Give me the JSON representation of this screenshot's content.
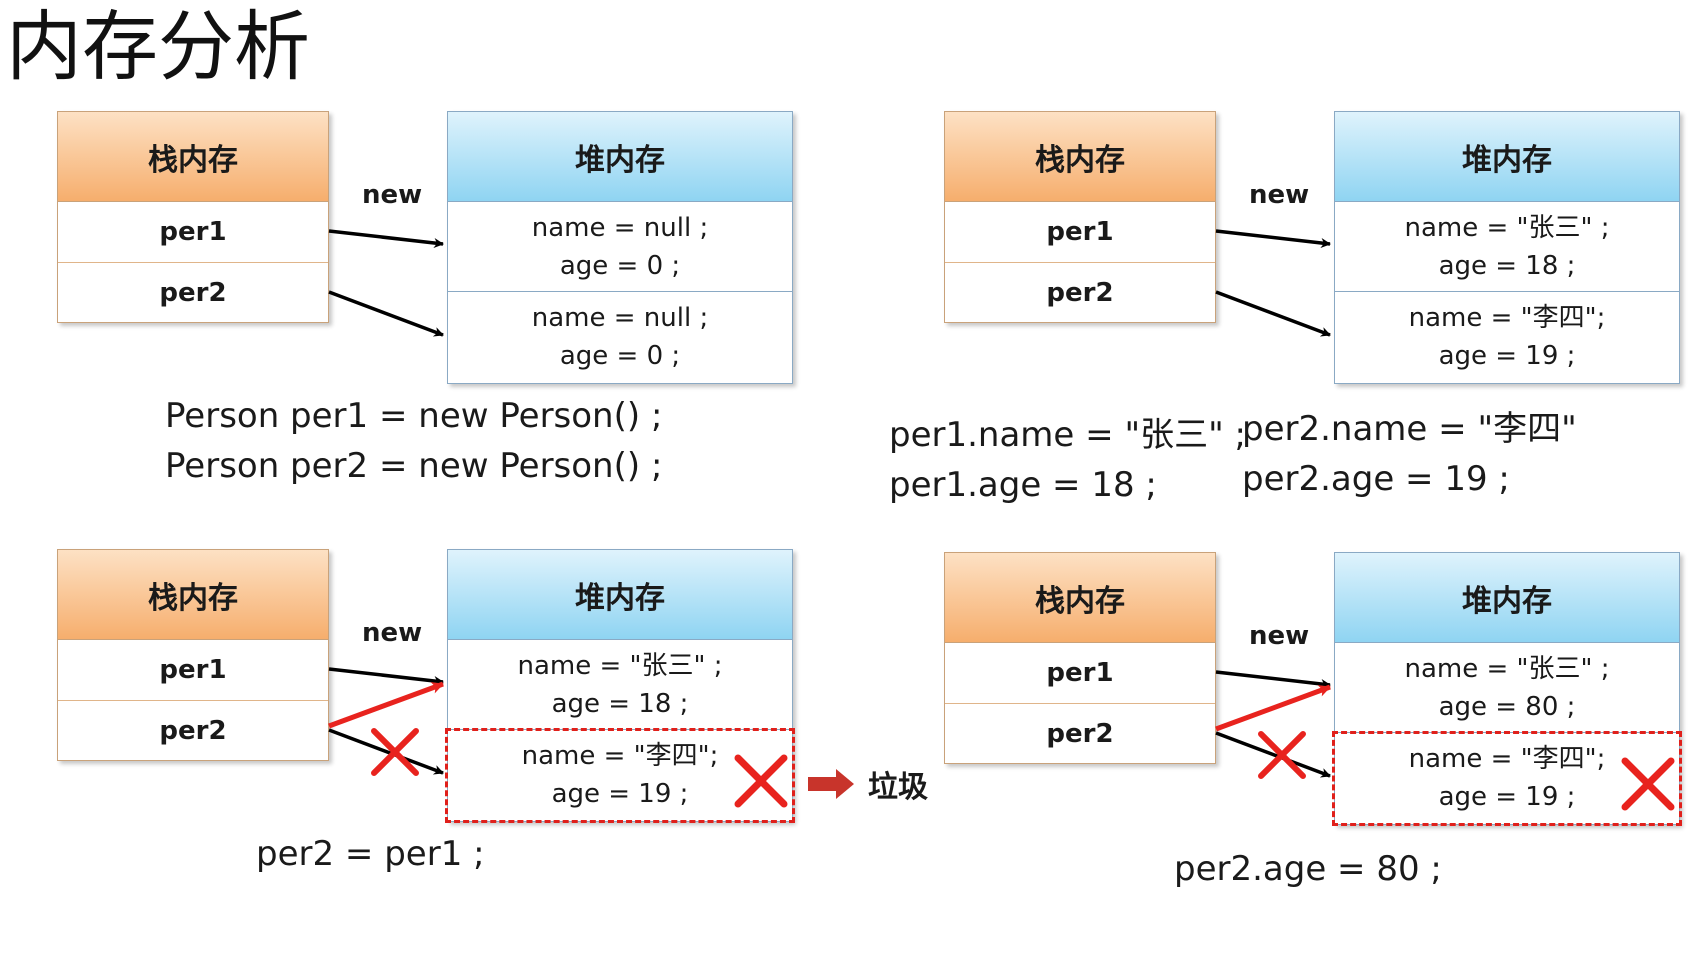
{
  "title": "内存分析",
  "labels": {
    "stack": "栈内存",
    "heap": "堆内存",
    "new": "new",
    "garbage": "垃圾"
  },
  "panels": [
    {
      "stack_rows": [
        "per1",
        "per2"
      ],
      "heap_rows": [
        [
          "name = null ;",
          "age = 0 ;"
        ],
        [
          "name = null ;",
          "age = 0 ;"
        ]
      ],
      "code": [
        "Person per1 = new Person() ;",
        "Person per2 = new Person() ;"
      ]
    },
    {
      "stack_rows": [
        "per1",
        "per2"
      ],
      "heap_rows": [
        [
          "name = \"张三\" ;",
          "age = 18 ;"
        ],
        [
          "name = \"李四\";",
          "age = 19 ;"
        ]
      ],
      "code_left": [
        "per1.name = \"张三\" ;",
        "per1.age = 18 ;"
      ],
      "code_right": [
        "per2.name = \"李四\"",
        "per2.age = 19 ;"
      ]
    },
    {
      "stack_rows": [
        "per1",
        "per2"
      ],
      "heap_rows": [
        [
          "name = \"张三\" ;",
          "age = 18 ;"
        ],
        [
          "name = \"李四\";",
          "age = 19 ;"
        ]
      ],
      "code": [
        "per2 = per1 ;"
      ]
    },
    {
      "stack_rows": [
        "per1",
        "per2"
      ],
      "heap_rows": [
        [
          "name = \"张三\" ;",
          "age = 80 ;"
        ],
        [
          "name = \"李四\";",
          "age = 19 ;"
        ]
      ],
      "code": [
        "per2.age = 80 ;"
      ]
    }
  ],
  "colors": {
    "stack_header": "#f6ae6d",
    "heap_header": "#8fd4f2",
    "reassign_arrow": "#e8231e",
    "garbage_frame": "#e0201b",
    "garbage_arrow": "#c8342b"
  },
  "icons": {
    "cross": "cross-icon",
    "garbage_arrow": "right-arrow-icon"
  }
}
